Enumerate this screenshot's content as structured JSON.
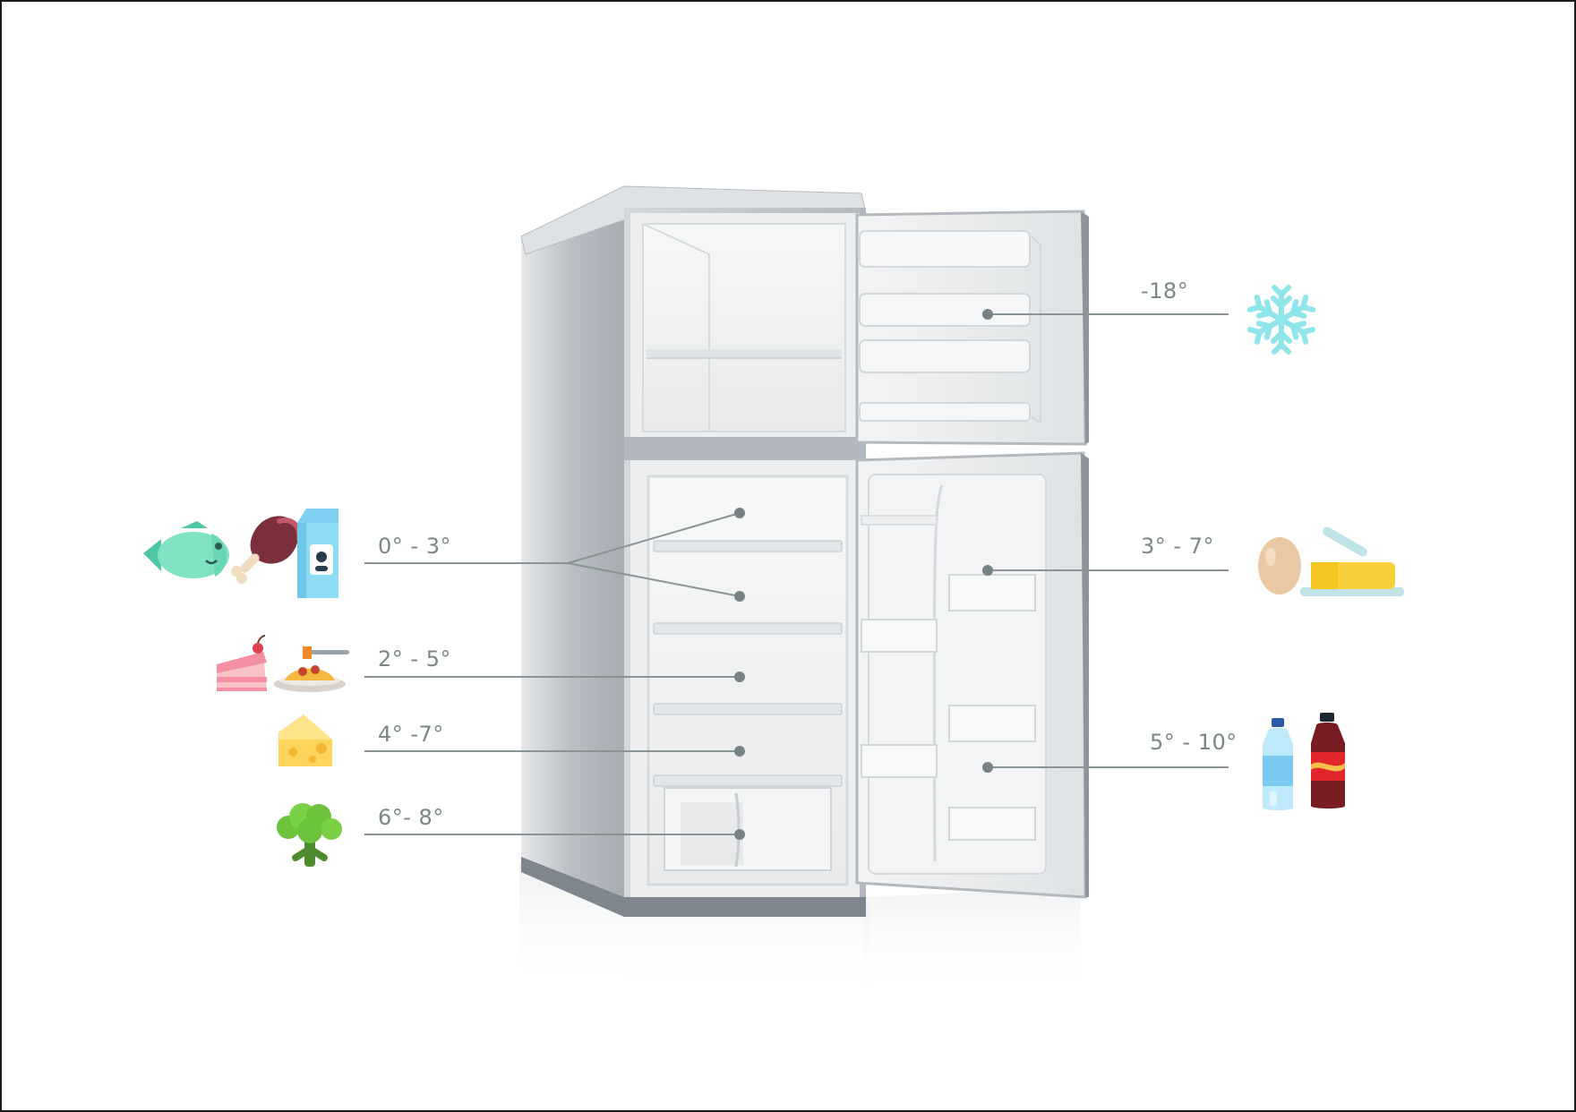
{
  "zones": [
    {
      "id": "freezer",
      "label": "-18°",
      "icon": "snowflake-icon"
    },
    {
      "id": "top-shelves",
      "label": "0° - 3°",
      "icons": [
        "fish-icon",
        "meat-icon",
        "milk-carton-icon"
      ]
    },
    {
      "id": "middle-shelf",
      "label": "2° - 5°",
      "icons": [
        "cake-icon",
        "pasta-plate-icon"
      ]
    },
    {
      "id": "lower-shelf",
      "label": "4° -7°",
      "icons": [
        "cheese-icon"
      ]
    },
    {
      "id": "crisper-drawer",
      "label": "6°- 8°",
      "icons": [
        "broccoli-icon"
      ]
    },
    {
      "id": "door-upper",
      "label": "3° - 7°",
      "icons": [
        "egg-icon",
        "butter-icon"
      ]
    },
    {
      "id": "door-lower",
      "label": "5° - 10°",
      "icons": [
        "water-bottle-icon",
        "soda-bottle-icon"
      ]
    }
  ],
  "colors": {
    "label": "#7a8787",
    "line": "#8a9494",
    "fridge_body": "#c9cdd2",
    "fridge_interior": "#f2f3f4",
    "snowflake": "#8ee6ea"
  }
}
